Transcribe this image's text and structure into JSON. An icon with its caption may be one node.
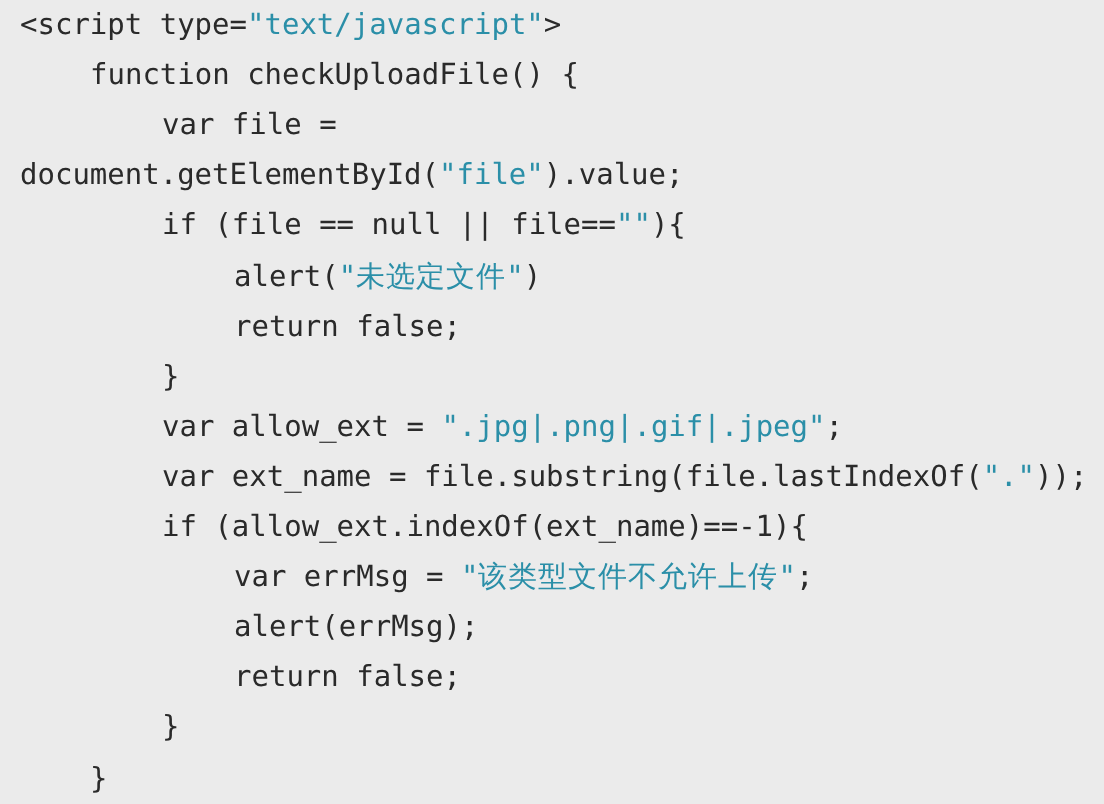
{
  "diagram": {
    "labels": [
      "<script type=\"text/javascript\">",
      "function checkUploadFile() {",
      "var file =",
      "document.getElementById(\"file\").value;",
      "if (file == null || file==\"\"){",
      "alert(\"未选定文件\")",
      "return false;",
      "}",
      "var allow_ext = \".jpg|.png|.gif|.jpeg\";",
      "var ext_name = file.substring(file.lastIndexOf(\".\"));",
      "if (allow_ext.indexOf(ext_name)==-1){",
      "var errMsg = \"该类型文件不允许上传\";",
      "alert(errMsg);",
      "return false;",
      "}",
      "}"
    ]
  }
}
